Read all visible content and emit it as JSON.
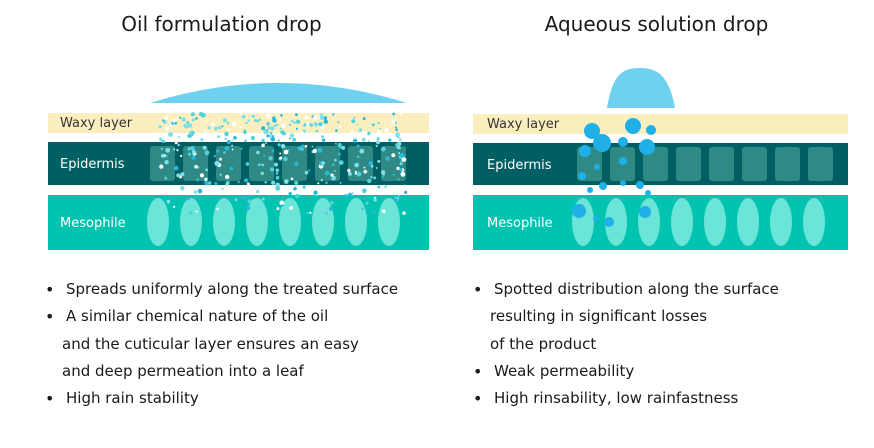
{
  "oil": {
    "title": "Oil formulation drop",
    "layers": {
      "waxy": "Waxy layer",
      "epidermis": "Epidermis",
      "mesophile": "Mesophile"
    },
    "bullets": [
      {
        "text": "Spreads uniformly along the treated surface",
        "bullet": true
      },
      {
        "text": "A similar chemical nature of the oil",
        "bullet": true
      },
      {
        "text": "and the cuticular layer ensures an easy",
        "bullet": false
      },
      {
        "text": "and deep permeation into a leaf",
        "bullet": false
      },
      {
        "text": "High rain stability",
        "bullet": true
      }
    ]
  },
  "aqueous": {
    "title": "Aqueous solution drop",
    "layers": {
      "waxy": "Waxy layer",
      "epidermis": "Epidermis",
      "mesophile": "Mesophile"
    },
    "bullets": [
      {
        "text": "Spotted distribution along the surface",
        "bullet": true
      },
      {
        "text": "resulting in significant losses",
        "bullet": false
      },
      {
        "text": "of the product",
        "bullet": false
      },
      {
        "text": "Weak permeability",
        "bullet": true
      },
      {
        "text": "High rinsability, low rainfastness",
        "bullet": true
      }
    ]
  },
  "bullet_glyph": "•",
  "colors": {
    "waxy": "#fbefbf",
    "epidermis": "#005f63",
    "epidermis_cell": "#2f8a86",
    "mesophile": "#00c3b0",
    "mesophile_cell": "#6be5d8",
    "drop": "#6fd0f0",
    "droplet_oil": "#6ce5ea",
    "droplet_water": "#1fb0e8"
  }
}
